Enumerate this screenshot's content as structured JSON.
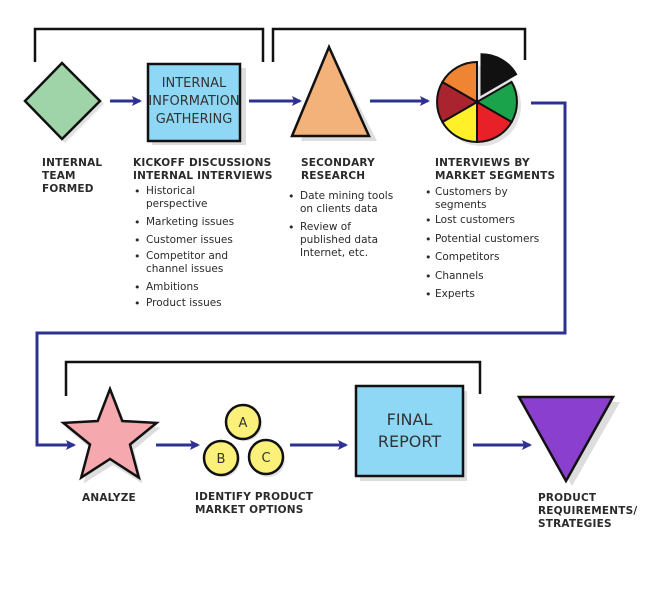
{
  "diagram_title": "",
  "colors": {
    "arrow": "#2e3192",
    "bracket": "#111111",
    "diamond": "#9fd4a8",
    "box": "#8fd8f5",
    "triangle": "#f2b27a",
    "star": "#f5a9ae",
    "option_circle": "#fbf07a",
    "inverted_triangle": "#8a3fcf",
    "pie": [
      "#111111",
      "#1aa34a",
      "#e82027",
      "#fff02a",
      "#a9242e",
      "#ef8532"
    ]
  },
  "steps": [
    {
      "id": "internal-team-formed",
      "shape": "diamond",
      "label": "INTERNAL\nTEAM\nFORMED"
    },
    {
      "id": "internal-information-gathering",
      "shape": "box",
      "box_text": "INTERNAL\nINFORMATION\nGATHERING",
      "label": "KICKOFF DISCUSSIONS\nINTERNAL INTERVIEWS",
      "bullets": [
        "Historical perspective",
        "Marketing issues",
        "Customer issues",
        "Competitor and channel issues",
        "Ambitions",
        "Product issues"
      ]
    },
    {
      "id": "secondary-research",
      "shape": "triangle",
      "label": "SECONDARY\nRESEARCH",
      "bullets": [
        "Date mining tools on clients data",
        "Review of published data Internet, etc."
      ]
    },
    {
      "id": "interviews-by-market-segments",
      "shape": "pie",
      "label": "INTERVIEWS BY\nMARKET SEGMENTS",
      "bullets": [
        "Customers by segments",
        "Lost customers",
        "Potential customers",
        "Competitors",
        "Channels",
        "Experts"
      ]
    },
    {
      "id": "analyze",
      "shape": "star",
      "label": "ANALYZE"
    },
    {
      "id": "identify-product-market-options",
      "shape": "circles",
      "options": [
        "A",
        "B",
        "C"
      ],
      "label": "IDENTIFY PRODUCT\nMARKET OPTIONS"
    },
    {
      "id": "final-report",
      "shape": "box",
      "box_text": "FINAL\nREPORT"
    },
    {
      "id": "product-requirements-strategies",
      "shape": "inverted-triangle",
      "label": "PRODUCT\nREQUIREMENTS/\nSTRATEGIES"
    }
  ]
}
